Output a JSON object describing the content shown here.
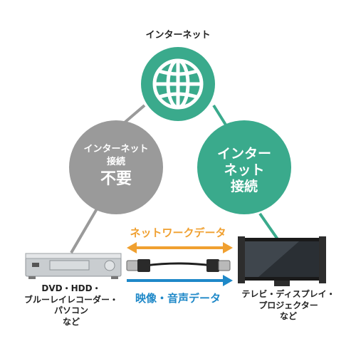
{
  "top_label": "インターネット",
  "gray_circle": {
    "line1": "インターネット",
    "line2": "接続",
    "line3": "不要"
  },
  "green_circle": {
    "line1": "インター",
    "line2": "ネット",
    "line3": "接続"
  },
  "network_data_label": "ネットワークデータ",
  "av_data_label": "映像・音声データ",
  "left_device": {
    "line1": "DVD・HDD・",
    "line2": "ブルーレイレコーダー・",
    "line3": "パソコン",
    "line4": "など"
  },
  "right_device": {
    "line1": "テレビ・ディスプレイ・",
    "line2": "プロジェクター",
    "line3": "など"
  },
  "colors": {
    "green": "#3aaa8c",
    "gray": "#9a9a9a",
    "orange": "#f0a030",
    "blue": "#1e88c8"
  }
}
